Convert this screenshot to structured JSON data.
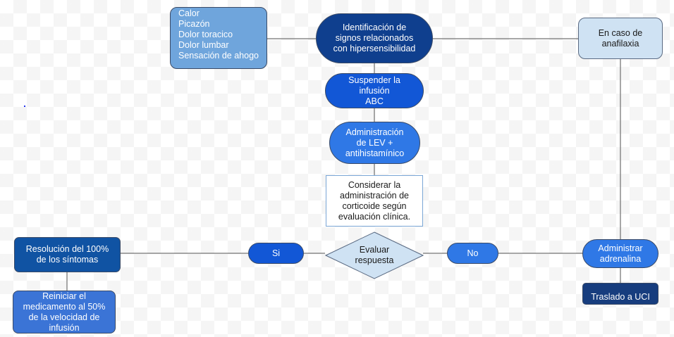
{
  "colors": {
    "dark_navy": "#0f3f8e",
    "navy": "#1053a3",
    "royal_blue": "#1257d6",
    "bright_blue": "#2f78e6",
    "medium_blue": "#3b74d6",
    "soft_blue": "#6fa5dc",
    "pale_blue": "#cfe2f3",
    "deep_navy": "#173d7e",
    "connector": "#8a8a8a"
  },
  "nodes": {
    "symptoms": {
      "lines": [
        "Calor",
        "Picazón",
        "Dolor toracico",
        "Dolor lumbar",
        "Sensación de ahogo"
      ]
    },
    "identification": {
      "label": "Identificación de\nsignos relacionados\ncon hipersensibilidad"
    },
    "suspend": {
      "label": "Suspender la\ninfusión\nABC"
    },
    "lev": {
      "label": "Administración\nde LEV +\nantihistamínico"
    },
    "corticoid": {
      "label": "Considerar la\nadministración de\ncorticoide según\nevaluación clínica."
    },
    "evaluate": {
      "label": "Evaluar\nrespuesta"
    },
    "yes": {
      "label": "Si"
    },
    "no": {
      "label": "No"
    },
    "resolution": {
      "label": "Resolución del 100%\nde los síntomas"
    },
    "restart": {
      "label": "Reiniciar el\nmedicamento al 50%\nde la velocidad de\ninfusión"
    },
    "anaphylaxis": {
      "label": "En caso de\nanafilaxia"
    },
    "adrenaline": {
      "label": "Administrar\nadrenalina"
    },
    "icu": {
      "label": "Traslado a UCI"
    }
  }
}
